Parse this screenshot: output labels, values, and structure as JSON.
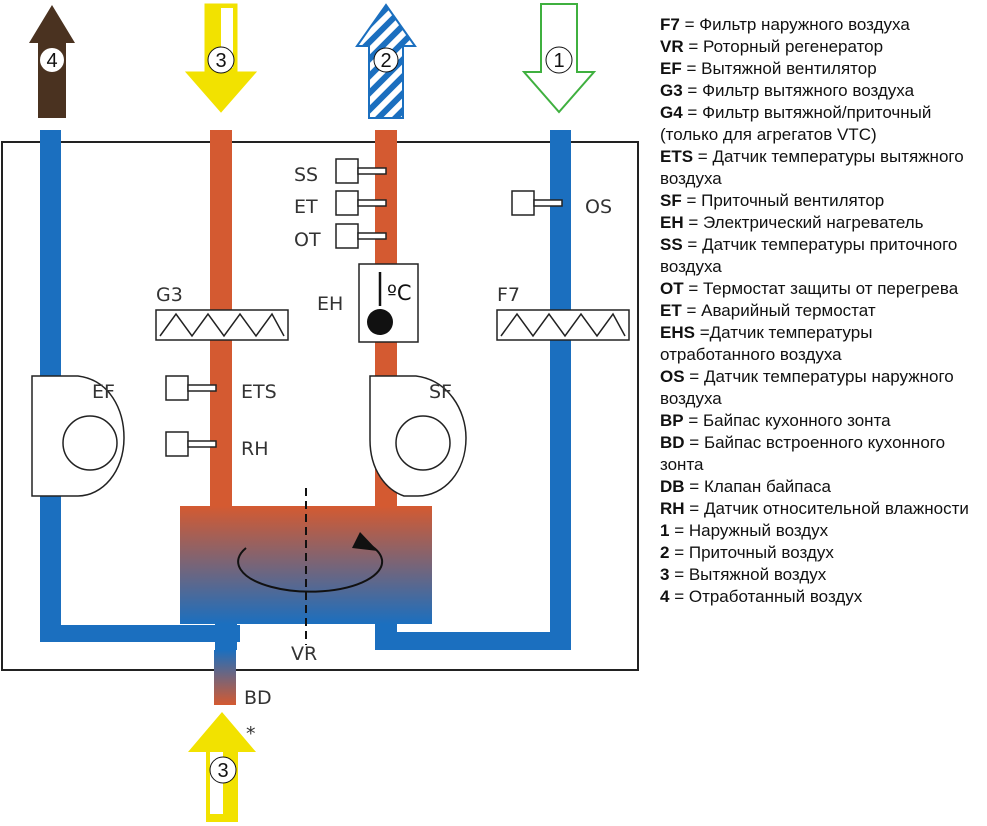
{
  "diagram": {
    "labels": {
      "ss": "SS",
      "et": "ET",
      "ot": "OT",
      "os": "OS",
      "g3": "G3",
      "eh": "EH",
      "f7": "F7",
      "ef": "EF",
      "sf": "SF",
      "ets": "ETS",
      "rh": "RH",
      "vr": "VR",
      "bd": "BD",
      "asterisk": "*",
      "deg_c": "ºC"
    },
    "arrows": {
      "exhaust_out": "4",
      "extract_in": "3",
      "supply_out": "2",
      "outdoor_in": "1",
      "bypass_extract_in": "3"
    },
    "colors": {
      "blue_duct": "#1b6fbf",
      "red_duct": "#d45a31",
      "brown_arrow": "#4a3220",
      "yellow_arrow": "#f2e200",
      "green_arrow": "#3fb03f",
      "outline": "#222222"
    }
  },
  "legend": [
    {
      "code": "F7",
      "sep": " = ",
      "text": "Фильтр наружного воздуха"
    },
    {
      "code": "VR",
      "sep": " = ",
      "text": "Роторный регенератор"
    },
    {
      "code": "EF",
      "sep": " = ",
      "text": "Вытяжной вентилятор"
    },
    {
      "code": "G3",
      "sep": " = ",
      "text": "Фильтр вытяжного воздуха"
    },
    {
      "code": "G4",
      "sep": " = ",
      "text": "Фильтр вытяжной/приточный (только для агрегатов VTC)"
    },
    {
      "code": "ETS",
      "sep": " = ",
      "text": "Датчик температуры вытяжного воздуха"
    },
    {
      "code": "SF",
      "sep": " = ",
      "text": "Приточный вентилятор"
    },
    {
      "code": "EH",
      "sep": " = ",
      "text": "Электрический нагреватель"
    },
    {
      "code": "SS",
      "sep": " = ",
      "text": "Датчик температуры приточного воздуха"
    },
    {
      "code": "OT",
      "sep": " = ",
      "text": "Термостат защиты от перегрева"
    },
    {
      "code": "ET",
      "sep": " = ",
      "text": "Аварийный термостат"
    },
    {
      "code": "EHS",
      "sep": " =",
      "text": "Датчик температуры отработанного воздуха"
    },
    {
      "code": "OS",
      "sep": " = ",
      "text": "Датчик температуры наружного воздуха"
    },
    {
      "code": "BP",
      "sep": " = ",
      "text": "Байпас кухонного зонта"
    },
    {
      "code": "BD",
      "sep": " = ",
      "text": "Байпас встроенного кухонного зонта"
    },
    {
      "code": "DB",
      "sep": " = ",
      "text": "Клапан байпаса"
    },
    {
      "code": "RH",
      "sep": " = ",
      "text": "Датчик относительной влажности"
    },
    {
      "code": "1",
      "sep": " = ",
      "text": "Наружный воздух"
    },
    {
      "code": "2",
      "sep": " = ",
      "text": "Приточный воздух"
    },
    {
      "code": "3",
      "sep": " = ",
      "text": "Вытяжной воздух"
    },
    {
      "code": "4",
      "sep": " = ",
      "text": "Отработанный воздух"
    }
  ]
}
